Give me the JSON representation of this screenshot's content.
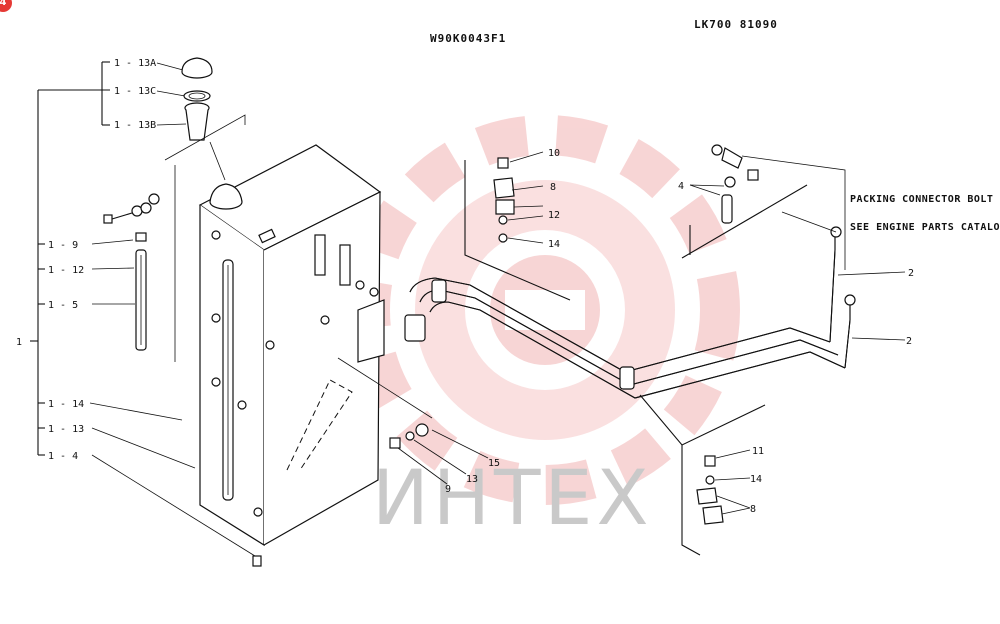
{
  "header": {
    "drawing_id": "W90K0043F1",
    "model_code": "LK700 81090"
  },
  "badge": "4",
  "note": {
    "line1": "PACKING CONNECTOR BOLT",
    "line2": "SEE ENGINE PARTS CATALOG"
  },
  "watermark": "ИНТЕХ",
  "colors": {
    "ink": "#111111",
    "watermark_gear": "#f2b3b3",
    "watermark_text": "#c9c9c9",
    "badge": "#e53935"
  },
  "callouts": {
    "c1_13a": "1 - 13A",
    "c1_13c": "1 - 13C",
    "c1_13b": "1 - 13B",
    "c1_9": "1 - 9",
    "c1_12": "1 - 12",
    "c1_5": "1 - 5",
    "c1": "1",
    "c1_14": "1 - 14",
    "c1_13": "1 - 13",
    "c1_4": "1 - 4",
    "c10": "10",
    "c8a": "8",
    "c12": "12",
    "c14a": "14",
    "c4": "4",
    "c2a": "2",
    "c2b": "2",
    "c15": "15",
    "c13": "13",
    "c9": "9",
    "c11": "11",
    "c14b": "14",
    "c8b": "8"
  }
}
